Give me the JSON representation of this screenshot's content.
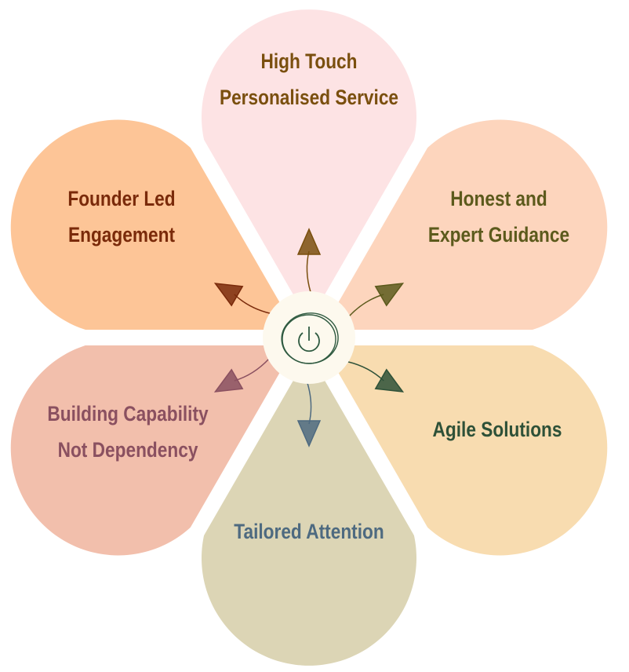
{
  "center": {
    "icon": "power-icon",
    "color": "#2f5a40",
    "fill": "#fdf9ee"
  },
  "petals": [
    {
      "id": "high-touch",
      "lines": [
        "High Touch",
        "Personalised Service"
      ],
      "fill": "#fde3e4",
      "text_color": "#7a4f0e"
    },
    {
      "id": "honest-guidance",
      "lines": [
        "Honest and",
        "Expert Guidance"
      ],
      "fill": "#fdd5bd",
      "text_color": "#5c5a1c"
    },
    {
      "id": "agile",
      "lines": [
        "Agile Solutions"
      ],
      "fill": "#f8dcb0",
      "text_color": "#2e5138"
    },
    {
      "id": "tailored",
      "lines": [
        "Tailored Attention"
      ],
      "fill": "#dcd5b5",
      "text_color": "#4e6a80"
    },
    {
      "id": "capability",
      "lines": [
        "Building Capability",
        "Not Dependency"
      ],
      "fill": "#f2bfac",
      "text_color": "#8a5060"
    },
    {
      "id": "founder-led",
      "lines": [
        "Founder Led",
        "Engagement"
      ],
      "fill": "#fdc597",
      "text_color": "#7a2a0a"
    }
  ]
}
